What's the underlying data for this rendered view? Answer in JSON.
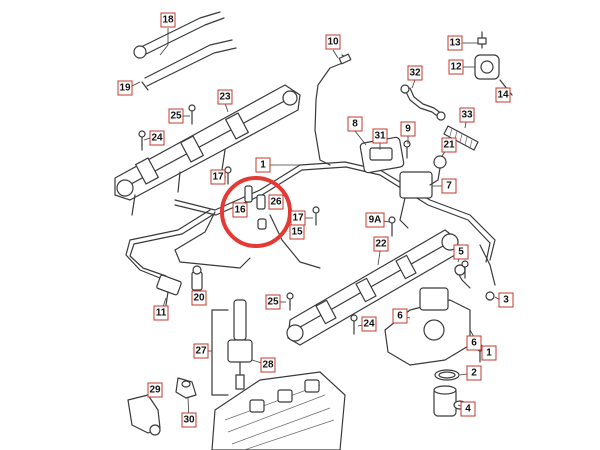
{
  "diagram": {
    "highlight_color": "#e53935",
    "callout_border_color": "#c0392b",
    "callouts": [
      "18",
      "10",
      "13",
      "12",
      "14",
      "19",
      "32",
      "25",
      "23",
      "33",
      "24",
      "8",
      "31",
      "9",
      "21",
      "1",
      "17",
      "7",
      "16",
      "26",
      "17",
      "15",
      "9A",
      "22",
      "5",
      "11",
      "20",
      "25",
      "24",
      "6",
      "6",
      "27",
      "28",
      "1",
      "2",
      "29",
      "30",
      "4",
      "3"
    ]
  }
}
